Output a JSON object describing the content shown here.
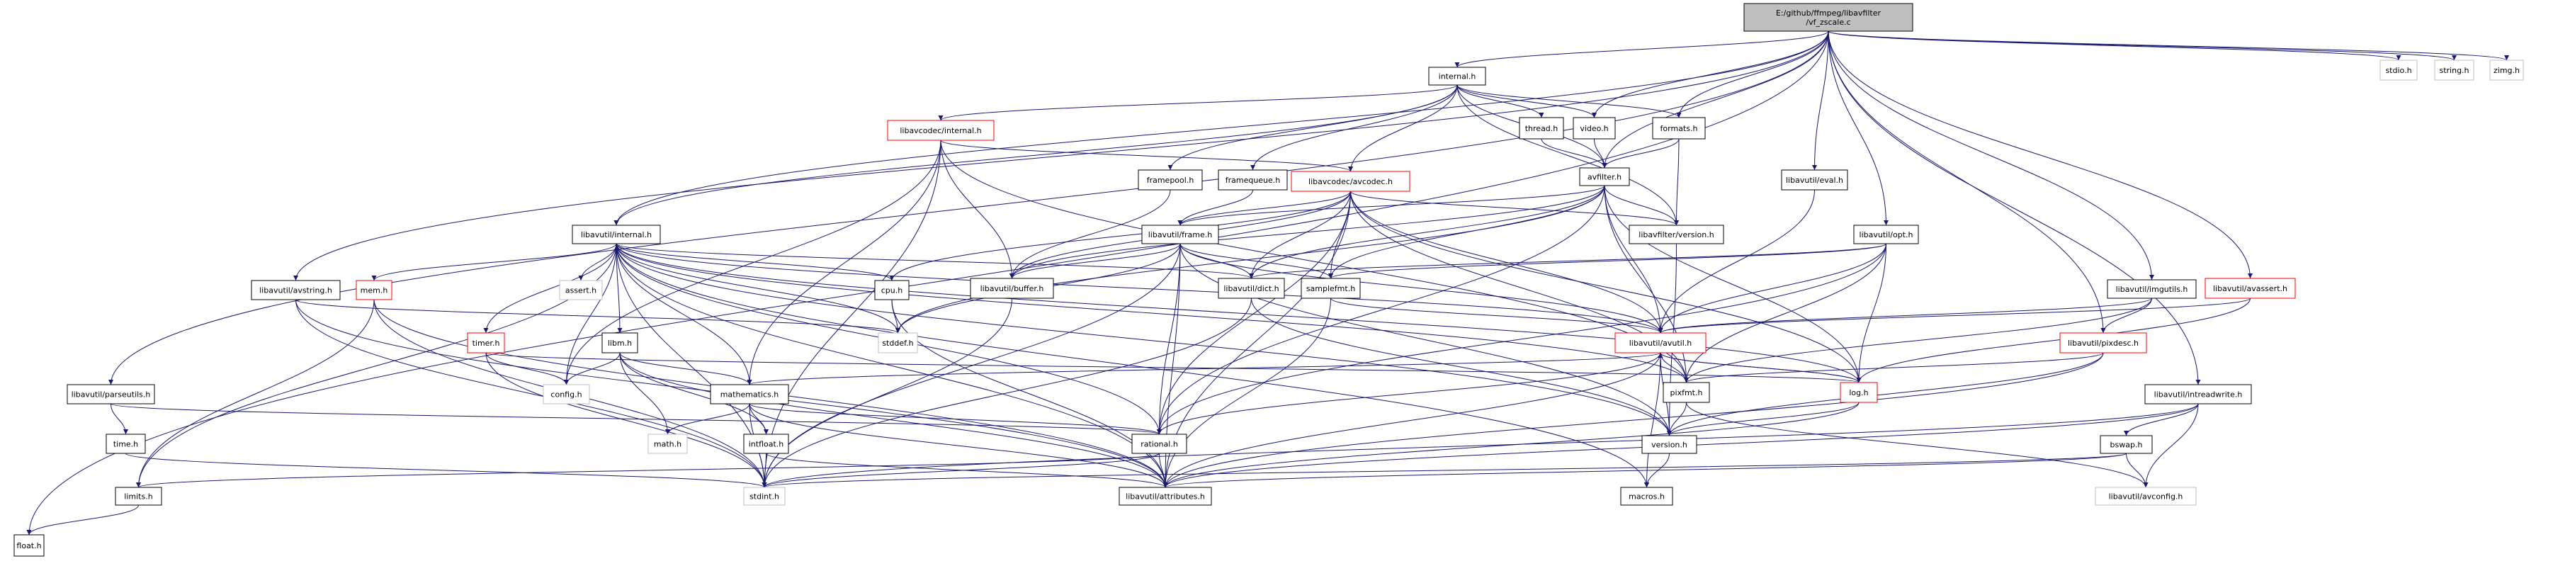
{
  "colors": {
    "edge": "#191970",
    "node_border": "#000000",
    "node_border_missing": "#bfbfbf",
    "node_border_incomplete": "#ff0000",
    "root_fill": "#bfbfbf",
    "node_fill": "#ffffff",
    "text": "#000000"
  },
  "graph": {
    "nodes": [
      {
        "id": "root",
        "label": [
          "E:/github/ffmpeg/libavfilter",
          "/vf_zscale.c"
        ],
        "kind": "root"
      },
      {
        "id": "float",
        "label": [
          "float.h"
        ],
        "kind": "normal"
      },
      {
        "id": "stdio",
        "label": [
          "stdio.h"
        ],
        "kind": "missing"
      },
      {
        "id": "string",
        "label": [
          "string.h"
        ],
        "kind": "missing"
      },
      {
        "id": "zimg",
        "label": [
          "zimg.h"
        ],
        "kind": "missing"
      },
      {
        "id": "internal",
        "label": [
          "internal.h"
        ],
        "kind": "normal"
      },
      {
        "id": "avcodec_internal",
        "label": [
          "libavcodec/internal.h"
        ],
        "kind": "incomplete"
      },
      {
        "id": "framepool",
        "label": [
          "framepool.h"
        ],
        "kind": "normal"
      },
      {
        "id": "framequeue",
        "label": [
          "framequeue.h"
        ],
        "kind": "normal"
      },
      {
        "id": "avcodec_avcodec",
        "label": [
          "libavcodec/avcodec.h"
        ],
        "kind": "incomplete"
      },
      {
        "id": "thread",
        "label": [
          "thread.h"
        ],
        "kind": "normal"
      },
      {
        "id": "video",
        "label": [
          "video.h"
        ],
        "kind": "normal"
      },
      {
        "id": "formats",
        "label": [
          "formats.h"
        ],
        "kind": "normal"
      },
      {
        "id": "avfilter",
        "label": [
          "avfilter.h"
        ],
        "kind": "normal"
      },
      {
        "id": "eval",
        "label": [
          "libavutil/eval.h"
        ],
        "kind": "normal"
      },
      {
        "id": "avutil_internal",
        "label": [
          "libavutil/internal.h"
        ],
        "kind": "normal"
      },
      {
        "id": "frame",
        "label": [
          "libavutil/frame.h"
        ],
        "kind": "normal"
      },
      {
        "id": "lavfi_version",
        "label": [
          "libavfilter/version.h"
        ],
        "kind": "normal"
      },
      {
        "id": "opt",
        "label": [
          "libavutil/opt.h"
        ],
        "kind": "normal"
      },
      {
        "id": "avstring",
        "label": [
          "libavutil/avstring.h"
        ],
        "kind": "normal"
      },
      {
        "id": "mem",
        "label": [
          "mem.h"
        ],
        "kind": "incomplete"
      },
      {
        "id": "assert",
        "label": [
          "assert.h"
        ],
        "kind": "missing"
      },
      {
        "id": "cpu",
        "label": [
          "cpu.h"
        ],
        "kind": "normal"
      },
      {
        "id": "buffer",
        "label": [
          "libavutil/buffer.h"
        ],
        "kind": "normal"
      },
      {
        "id": "dict",
        "label": [
          "libavutil/dict.h"
        ],
        "kind": "normal"
      },
      {
        "id": "samplefmt",
        "label": [
          "samplefmt.h"
        ],
        "kind": "normal"
      },
      {
        "id": "imgutils",
        "label": [
          "libavutil/imgutils.h"
        ],
        "kind": "normal"
      },
      {
        "id": "avassert",
        "label": [
          "libavutil/avassert.h"
        ],
        "kind": "incomplete"
      },
      {
        "id": "stddef",
        "label": [
          "stddef.h"
        ],
        "kind": "missing"
      },
      {
        "id": "avutil",
        "label": [
          "libavutil/avutil.h"
        ],
        "kind": "incomplete"
      },
      {
        "id": "pixdesc",
        "label": [
          "libavutil/pixdesc.h"
        ],
        "kind": "incomplete"
      },
      {
        "id": "timer",
        "label": [
          "timer.h"
        ],
        "kind": "incomplete"
      },
      {
        "id": "libm",
        "label": [
          "libm.h"
        ],
        "kind": "normal"
      },
      {
        "id": "parseutils",
        "label": [
          "libavutil/parseutils.h"
        ],
        "kind": "normal"
      },
      {
        "id": "config",
        "label": [
          "config.h"
        ],
        "kind": "missing"
      },
      {
        "id": "mathematics",
        "label": [
          "mathematics.h"
        ],
        "kind": "normal"
      },
      {
        "id": "pixfmt",
        "label": [
          "pixfmt.h"
        ],
        "kind": "normal"
      },
      {
        "id": "log",
        "label": [
          "log.h"
        ],
        "kind": "incomplete"
      },
      {
        "id": "intreadwrite",
        "label": [
          "libavutil/intreadwrite.h"
        ],
        "kind": "normal"
      },
      {
        "id": "time",
        "label": [
          "time.h"
        ],
        "kind": "normal"
      },
      {
        "id": "math",
        "label": [
          "math.h"
        ],
        "kind": "missing"
      },
      {
        "id": "intfloat",
        "label": [
          "intfloat.h"
        ],
        "kind": "normal"
      },
      {
        "id": "rational",
        "label": [
          "rational.h"
        ],
        "kind": "normal"
      },
      {
        "id": "version",
        "label": [
          "version.h"
        ],
        "kind": "normal"
      },
      {
        "id": "bswap",
        "label": [
          "bswap.h"
        ],
        "kind": "normal"
      },
      {
        "id": "limits",
        "label": [
          "limits.h"
        ],
        "kind": "normal"
      },
      {
        "id": "stdint",
        "label": [
          "stdint.h"
        ],
        "kind": "missing"
      },
      {
        "id": "attributes",
        "label": [
          "libavutil/attributes.h"
        ],
        "kind": "normal"
      },
      {
        "id": "macros",
        "label": [
          "macros.h"
        ],
        "kind": "normal"
      },
      {
        "id": "avconfig",
        "label": [
          "libavutil/avconfig.h"
        ],
        "kind": "missing"
      }
    ],
    "edges": [
      [
        "root",
        "float"
      ],
      [
        "root",
        "stdio"
      ],
      [
        "root",
        "string"
      ],
      [
        "root",
        "zimg"
      ],
      [
        "root",
        "internal"
      ],
      [
        "root",
        "video"
      ],
      [
        "root",
        "formats"
      ],
      [
        "root",
        "avfilter"
      ],
      [
        "root",
        "eval"
      ],
      [
        "root",
        "avutil_internal"
      ],
      [
        "root",
        "opt"
      ],
      [
        "root",
        "avstring"
      ],
      [
        "root",
        "imgutils"
      ],
      [
        "root",
        "avassert"
      ],
      [
        "root",
        "pixdesc"
      ],
      [
        "root",
        "parseutils"
      ],
      [
        "root",
        "intreadwrite"
      ],
      [
        "internal",
        "avcodec_internal"
      ],
      [
        "internal",
        "framepool"
      ],
      [
        "internal",
        "framequeue"
      ],
      [
        "internal",
        "avcodec_avcodec"
      ],
      [
        "internal",
        "thread"
      ],
      [
        "internal",
        "video"
      ],
      [
        "internal",
        "formats"
      ],
      [
        "internal",
        "avfilter"
      ],
      [
        "internal",
        "avutil_internal"
      ],
      [
        "internal",
        "lavfi_version"
      ],
      [
        "avcodec_internal",
        "avcodec_avcodec"
      ],
      [
        "avcodec_internal",
        "buffer"
      ],
      [
        "avcodec_internal",
        "config"
      ],
      [
        "avcodec_internal",
        "mathematics"
      ],
      [
        "avcodec_internal",
        "pixfmt"
      ],
      [
        "avcodec_internal",
        "stdint"
      ],
      [
        "framepool",
        "buffer"
      ],
      [
        "framequeue",
        "frame"
      ],
      [
        "avcodec_avcodec",
        "frame"
      ],
      [
        "avcodec_avcodec",
        "buffer"
      ],
      [
        "avcodec_avcodec",
        "dict"
      ],
      [
        "avcodec_avcodec",
        "samplefmt"
      ],
      [
        "avcodec_avcodec",
        "avutil"
      ],
      [
        "avcodec_avcodec",
        "cpu"
      ],
      [
        "avcodec_avcodec",
        "log"
      ],
      [
        "avcodec_avcodec",
        "pixfmt"
      ],
      [
        "avcodec_avcodec",
        "rational"
      ],
      [
        "avcodec_avcodec",
        "attributes"
      ],
      [
        "avcodec_avcodec",
        "lavfi_version"
      ],
      [
        "thread",
        "avfilter"
      ],
      [
        "video",
        "avfilter"
      ],
      [
        "formats",
        "avfilter"
      ],
      [
        "formats",
        "lavfi_version"
      ],
      [
        "avfilter",
        "frame"
      ],
      [
        "avfilter",
        "buffer"
      ],
      [
        "avfilter",
        "dict"
      ],
      [
        "avfilter",
        "samplefmt"
      ],
      [
        "avfilter",
        "avutil"
      ],
      [
        "avfilter",
        "lavfi_version"
      ],
      [
        "avfilter",
        "log"
      ],
      [
        "avfilter",
        "pixfmt"
      ],
      [
        "avfilter",
        "rational"
      ],
      [
        "avfilter",
        "stddef"
      ],
      [
        "eval",
        "avutil"
      ],
      [
        "avutil_internal",
        "mem"
      ],
      [
        "avutil_internal",
        "assert"
      ],
      [
        "avutil_internal",
        "cpu"
      ],
      [
        "avutil_internal",
        "dict"
      ],
      [
        "avutil_internal",
        "timer"
      ],
      [
        "avutil_internal",
        "libm"
      ],
      [
        "avutil_internal",
        "config"
      ],
      [
        "avutil_internal",
        "mathematics"
      ],
      [
        "avutil_internal",
        "pixfmt"
      ],
      [
        "avutil_internal",
        "version"
      ],
      [
        "avutil_internal",
        "limits"
      ],
      [
        "avutil_internal",
        "stdint"
      ],
      [
        "avutil_internal",
        "attributes"
      ],
      [
        "avutil_internal",
        "macros"
      ],
      [
        "avutil_internal",
        "stddef"
      ],
      [
        "avutil_internal",
        "log"
      ],
      [
        "avutil_internal",
        "avutil"
      ],
      [
        "avutil_internal",
        "rational"
      ],
      [
        "frame",
        "buffer"
      ],
      [
        "frame",
        "dict"
      ],
      [
        "frame",
        "samplefmt"
      ],
      [
        "frame",
        "avutil"
      ],
      [
        "frame",
        "rational"
      ],
      [
        "frame",
        "stdint"
      ],
      [
        "frame",
        "stddef"
      ],
      [
        "frame",
        "attributes"
      ],
      [
        "frame",
        "version"
      ],
      [
        "lavfi_version",
        "version"
      ],
      [
        "opt",
        "avutil"
      ],
      [
        "opt",
        "dict"
      ],
      [
        "opt",
        "log"
      ],
      [
        "opt",
        "pixfmt"
      ],
      [
        "opt",
        "rational"
      ],
      [
        "opt",
        "samplefmt"
      ],
      [
        "avstring",
        "stddef"
      ],
      [
        "avstring",
        "stdint"
      ],
      [
        "avstring",
        "attributes"
      ],
      [
        "mem",
        "limits"
      ],
      [
        "mem",
        "stdint"
      ],
      [
        "mem",
        "attributes"
      ],
      [
        "mem",
        "error"
      ],
      [
        "cpu",
        "stddef"
      ],
      [
        "cpu",
        "attributes"
      ],
      [
        "buffer",
        "stdint"
      ],
      [
        "dict",
        "stdint"
      ],
      [
        "dict",
        "version"
      ],
      [
        "samplefmt",
        "avutil"
      ],
      [
        "samplefmt",
        "attributes"
      ],
      [
        "imgutils",
        "avutil"
      ],
      [
        "imgutils",
        "pixdesc"
      ],
      [
        "imgutils",
        "pixfmt"
      ],
      [
        "avassert",
        "avutil"
      ],
      [
        "avassert",
        "log"
      ],
      [
        "avutil",
        "mathematics"
      ],
      [
        "avutil",
        "pixfmt"
      ],
      [
        "avutil",
        "log"
      ],
      [
        "avutil",
        "rational"
      ],
      [
        "avutil",
        "version"
      ],
      [
        "avutil",
        "macros"
      ],
      [
        "avutil",
        "attributes"
      ],
      [
        "pixdesc",
        "pixfmt"
      ],
      [
        "pixdesc",
        "attributes"
      ],
      [
        "pixdesc",
        "version"
      ],
      [
        "timer",
        "config"
      ],
      [
        "timer",
        "stdint"
      ],
      [
        "timer",
        "log"
      ],
      [
        "libm",
        "config"
      ],
      [
        "libm",
        "math"
      ],
      [
        "libm",
        "attributes"
      ],
      [
        "libm",
        "intfloat"
      ],
      [
        "libm",
        "mathematics"
      ],
      [
        "parseutils",
        "time"
      ],
      [
        "parseutils",
        "rational"
      ],
      [
        "mathematics",
        "math"
      ],
      [
        "mathematics",
        "intfloat"
      ],
      [
        "mathematics",
        "rational"
      ],
      [
        "mathematics",
        "stdint"
      ],
      [
        "mathematics",
        "attributes"
      ],
      [
        "pixfmt",
        "version"
      ],
      [
        "pixfmt",
        "avconfig"
      ],
      [
        "log",
        "avutil"
      ],
      [
        "log",
        "attributes"
      ],
      [
        "log",
        "version"
      ],
      [
        "log",
        "stdarg"
      ],
      [
        "intreadwrite",
        "bswap"
      ],
      [
        "intreadwrite",
        "avconfig"
      ],
      [
        "intreadwrite",
        "attributes"
      ],
      [
        "intreadwrite",
        "stdint"
      ],
      [
        "time",
        "stdint"
      ],
      [
        "intfloat",
        "stdint"
      ],
      [
        "intfloat",
        "attributes"
      ],
      [
        "rational",
        "limits"
      ],
      [
        "rational",
        "stdint"
      ],
      [
        "rational",
        "attributes"
      ],
      [
        "version",
        "macros"
      ],
      [
        "bswap",
        "stdint"
      ],
      [
        "bswap",
        "avconfig"
      ],
      [
        "bswap",
        "attributes"
      ],
      [
        "limits",
        "float"
      ]
    ]
  }
}
